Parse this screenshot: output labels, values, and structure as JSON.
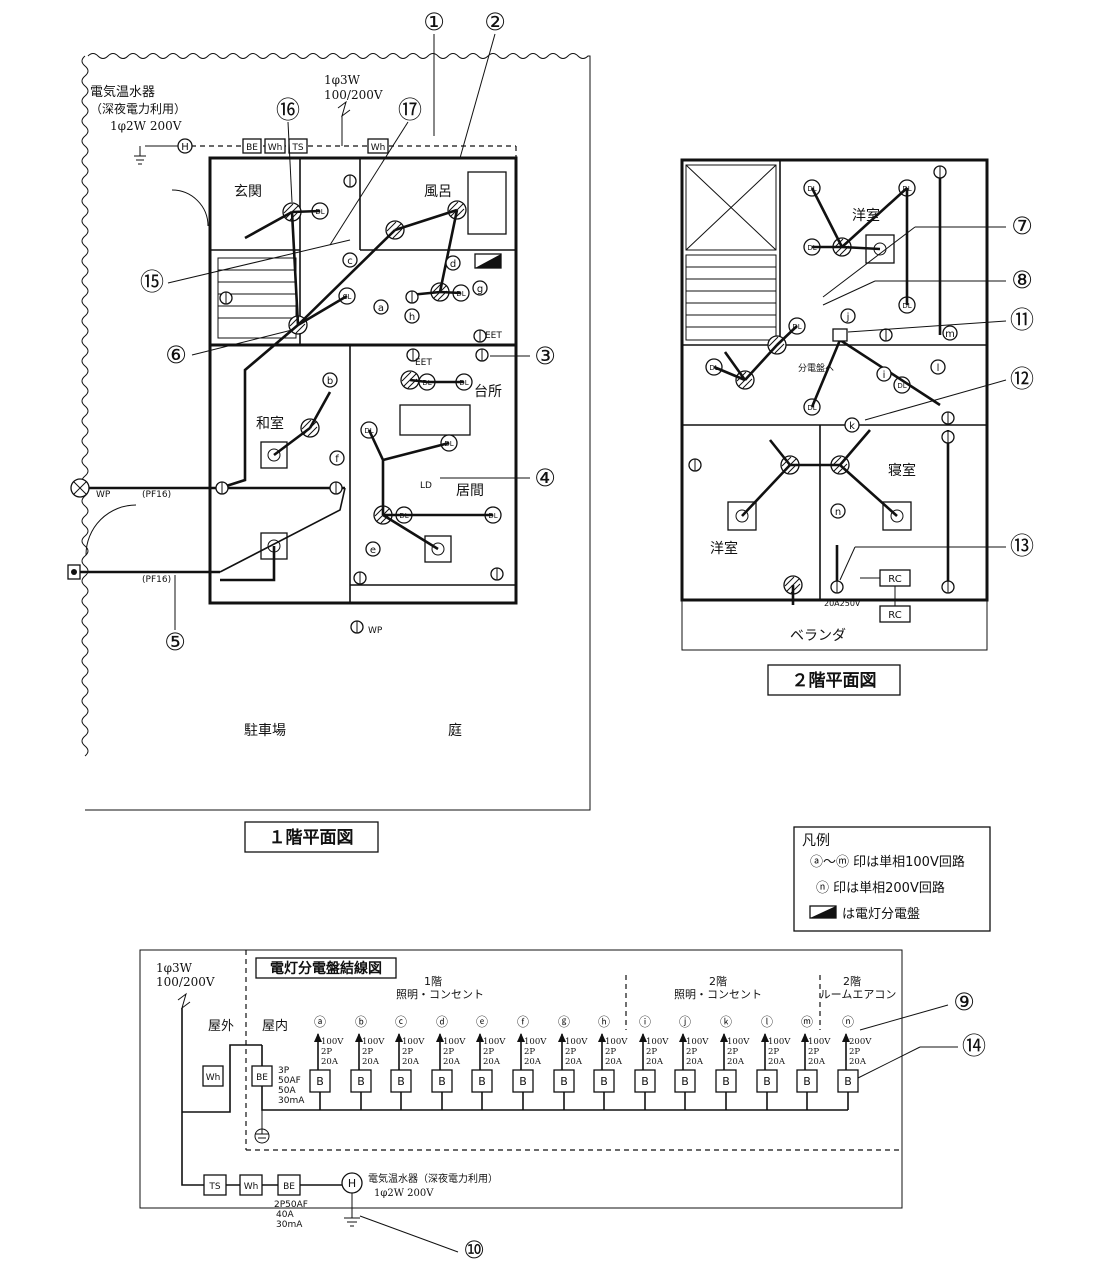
{
  "titles": {
    "floor1": "１階平面図",
    "floor2": "２階平面図",
    "wiring": "電灯分電盤結線図"
  },
  "callouts": [
    "①",
    "②",
    "③",
    "④",
    "⑤",
    "⑥",
    "⑦",
    "⑧",
    "⑨",
    "⑩",
    "⑪",
    "⑫",
    "⑬",
    "⑭",
    "⑮",
    "⑯",
    "⑰"
  ],
  "floor1": {
    "water_heater": [
      "電気温水器",
      "（深夜電力利用）",
      "1φ2W 200V"
    ],
    "supply": [
      "1φ3W",
      "100/200V"
    ],
    "rooms": {
      "entrance": "玄関",
      "bath": "風呂",
      "washitsu": "和室",
      "kitchen": "台所",
      "living": "居間",
      "parking": "駐車場",
      "garden": "庭"
    },
    "devices": {
      "H": "H",
      "BE": "BE",
      "Wh": "Wh",
      "TS": "TS",
      "DL": "DL",
      "CL": "CL",
      "EET": "EET",
      "LD": "LD",
      "WP": "WP",
      "pf16": "(PF16)"
    },
    "circuits": [
      "a",
      "b",
      "c",
      "d",
      "e",
      "f",
      "g",
      "h"
    ]
  },
  "floor2": {
    "rooms": {
      "western1": "洋室",
      "western2": "洋室",
      "bedroom": "寝室",
      "veranda": "ベランダ"
    },
    "to_panel": "分電盤へ",
    "ac_rating": "20A250V",
    "rc": "RC",
    "circuits": [
      "i",
      "j",
      "k",
      "l",
      "m",
      "n"
    ]
  },
  "legend": {
    "title": "凡例",
    "line1": "ⓐ～ⓜ 印は単相100V回路",
    "line2": "ⓝ 印は単相200V回路",
    "line3": "は電灯分電盤"
  },
  "wiring": {
    "supply": [
      "1φ3W",
      "100/200V"
    ],
    "outdoor": "屋外",
    "indoor": "屋内",
    "group1": [
      "1階",
      "照明・コンセント"
    ],
    "group2": [
      "2階",
      "照明・コンセント"
    ],
    "group3": [
      "2階",
      "ルームエアコン"
    ],
    "main_breaker": [
      "3P",
      "50AF",
      "50A",
      "30mA"
    ],
    "heater_breaker": [
      "2P50AF",
      "40A",
      "30mA"
    ],
    "heater_label": [
      "電気温水器（深夜電力利用）",
      "1φ2W 200V"
    ],
    "branches": [
      {
        "c": "ⓐ",
        "v": "100V",
        "p": "2P",
        "a": "20A"
      },
      {
        "c": "ⓑ",
        "v": "100V",
        "p": "2P",
        "a": "20A"
      },
      {
        "c": "ⓒ",
        "v": "100V",
        "p": "2P",
        "a": "20A"
      },
      {
        "c": "ⓓ",
        "v": "100V",
        "p": "2P",
        "a": "20A"
      },
      {
        "c": "ⓔ",
        "v": "100V",
        "p": "2P",
        "a": "20A"
      },
      {
        "c": "ⓕ",
        "v": "100V",
        "p": "2P",
        "a": "20A"
      },
      {
        "c": "ⓖ",
        "v": "100V",
        "p": "2P",
        "a": "20A"
      },
      {
        "c": "ⓗ",
        "v": "100V",
        "p": "2P",
        "a": "20A"
      },
      {
        "c": "ⓘ",
        "v": "100V",
        "p": "2P",
        "a": "20A"
      },
      {
        "c": "ⓙ",
        "v": "100V",
        "p": "2P",
        "a": "20A"
      },
      {
        "c": "ⓚ",
        "v": "100V",
        "p": "2P",
        "a": "20A"
      },
      {
        "c": "ⓛ",
        "v": "100V",
        "p": "2P",
        "a": "20A"
      },
      {
        "c": "ⓜ",
        "v": "100V",
        "p": "2P",
        "a": "20A"
      },
      {
        "c": "ⓝ",
        "v": "200V",
        "p": "2P",
        "a": "20A"
      }
    ],
    "breaker": "B",
    "Wh": "Wh",
    "BE": "BE",
    "TS": "TS",
    "H": "H"
  }
}
